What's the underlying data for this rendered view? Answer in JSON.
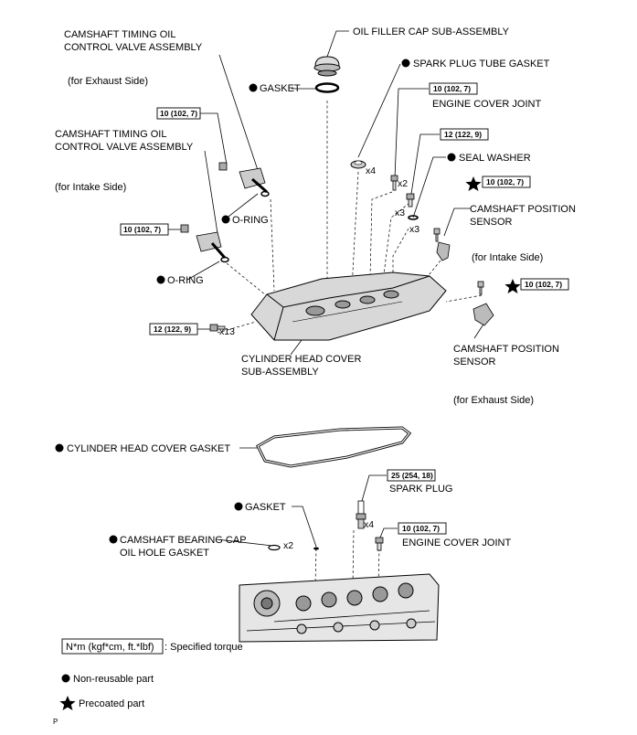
{
  "labels": {
    "camshaft_ocv_exhaust": [
      "CAMSHAFT TIMING OIL",
      "CONTROL VALVE ASSEMBLY"
    ],
    "for_exhaust_side": "(for Exhaust Side)",
    "camshaft_ocv_intake": [
      "CAMSHAFT TIMING OIL",
      "CONTROL VALVE ASSEMBLY"
    ],
    "for_intake_side": "(for Intake Side)",
    "oil_filler_cap": "OIL FILLER CAP SUB-ASSEMBLY",
    "gasket_top": "GASKET",
    "spark_plug_tube_gasket": "SPARK PLUG TUBE GASKET",
    "engine_cover_joint_top": "ENGINE COVER JOINT",
    "seal_washer": "SEAL WASHER",
    "o_ring_1": "O-RING",
    "o_ring_2": "O-RING",
    "cam_pos_sensor_intake": [
      "CAMSHAFT POSITION",
      "SENSOR"
    ],
    "for_intake_side_sensor": "(for Intake Side)",
    "cam_pos_sensor_exhaust": [
      "CAMSHAFT POSITION",
      "SENSOR"
    ],
    "for_exhaust_side_sensor": "(for Exhaust Side)",
    "cylinder_head_cover": [
      "CYLINDER HEAD COVER",
      "SUB-ASSEMBLY"
    ],
    "cylinder_head_cover_gasket": "CYLINDER HEAD COVER GASKET",
    "spark_plug": "SPARK PLUG",
    "gasket_bottom": "GASKET",
    "cam_bearing_cap_gasket": [
      "CAMSHAFT BEARING CAP",
      "OIL HOLE GASKET"
    ],
    "engine_cover_joint_bottom": "ENGINE COVER JOINT"
  },
  "torques": {
    "ocv_exhaust": "10 (102, 7)",
    "ocv_intake": "10 (102, 7)",
    "engine_cover_joint_top": "10 (102, 7)",
    "seal_washer_bolt": "12 (122, 9)",
    "cam_sensor_intake": "10 (102, 7)",
    "cam_sensor_exhaust": "10 (102, 7)",
    "head_cover_bolts": "12 (122, 9)",
    "spark_plug": "25 (254, 18)",
    "engine_cover_joint_bottom": "10 (102, 7)"
  },
  "quantities": {
    "spark_plug_tube_gasket": "x4",
    "engine_cover_joint_top": "x2",
    "seal_washer_bolt": "x3",
    "seal_washer": "x3",
    "head_cover_bolts": "x13",
    "spark_plug": "x4",
    "cam_bearing_cap_gasket": "x2"
  },
  "legend": {
    "torque_box": "N*m (kgf*cm, ft.*lbf)",
    "torque_desc": ": Specified torque",
    "non_reusable": "Non-reusable part",
    "precoated": "Precoated part"
  },
  "footer": "P"
}
